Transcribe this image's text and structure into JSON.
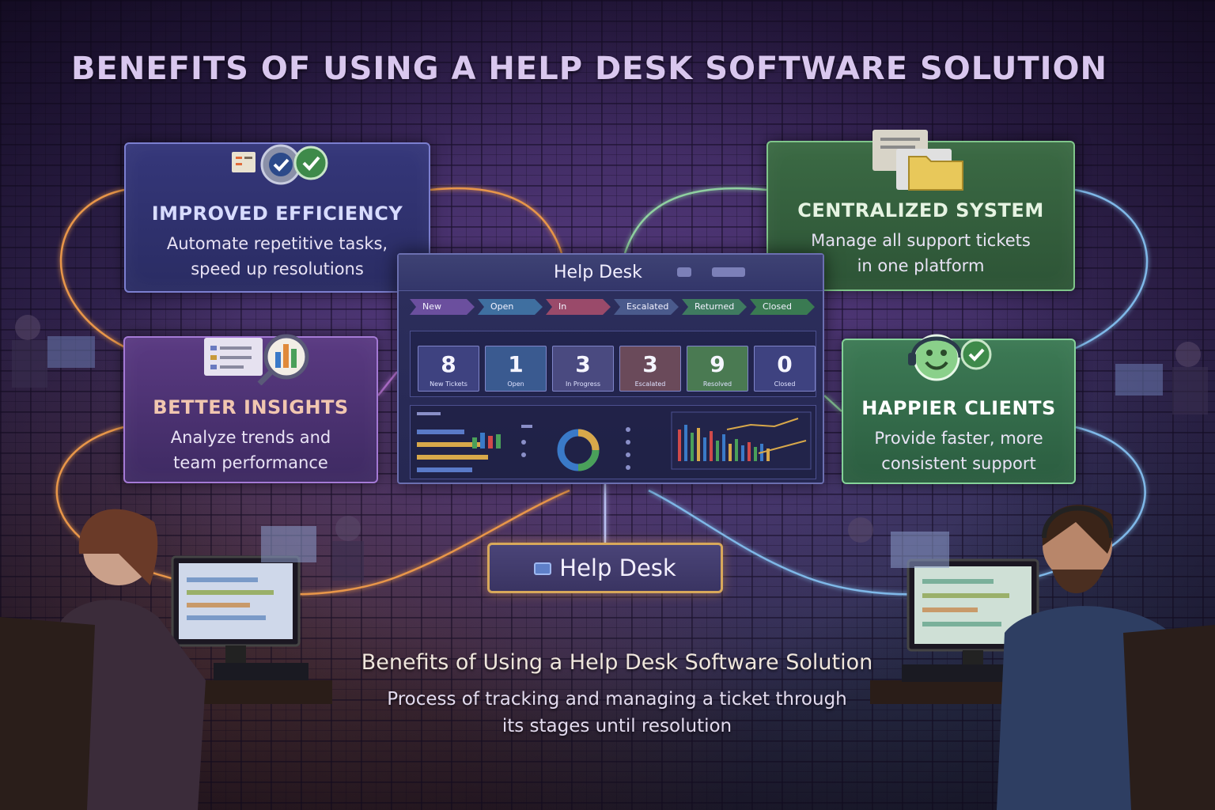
{
  "title": "BENEFITS OF USING A HELP DESK SOFTWARE SOLUTION",
  "cards": {
    "efficiency": {
      "title": "IMPROVED EFFICIENCY",
      "line1": "Automate repetitive tasks,",
      "line2": "speed up resolutions",
      "icon": "gear-checkmark-icon"
    },
    "insights": {
      "title": "BETTER INSIGHTS",
      "line1": "Analyze trends and",
      "line2": "team performance",
      "icon": "magnifier-chart-icon"
    },
    "central": {
      "title": "CENTRALIZED SYSTEM",
      "line1": "Manage all support tickets",
      "line2": "in one platform",
      "icon": "folders-icon"
    },
    "clients": {
      "title": "HAPPIER CLIENTS",
      "line1": "Provide faster, more",
      "line2": "consistent support",
      "icon": "smiley-headset-icon"
    }
  },
  "dashboard": {
    "title": "Help Desk",
    "stages": [
      "New",
      "Open",
      "In Progress",
      "Escalated",
      "Returned",
      "Closed"
    ],
    "stage_colors": [
      "#6b4f9e",
      "#3f6fa0",
      "#9a4a6a",
      "#4a5a8c",
      "#3f7a60",
      "#3a7a52"
    ],
    "stats": [
      {
        "value": "8",
        "label": "New Tickets"
      },
      {
        "value": "1",
        "label": "Open"
      },
      {
        "value": "3",
        "label": "In Progress"
      },
      {
        "value": "3",
        "label": "Escalated"
      },
      {
        "value": "9",
        "label": "Resolved"
      },
      {
        "value": "0",
        "label": "Closed"
      }
    ]
  },
  "help_desk_button": "Help Desk",
  "subtitle": "Benefits of Using a Help Desk Software Solution",
  "description_line1": "Process of tracking and managing a ticket through",
  "description_line2": "its stages until resolution",
  "colors": {
    "efficiency_border": "#7c7fd0",
    "insights_border": "#a57ad6",
    "central_border": "#7fc58a",
    "clients_border": "#86d39a",
    "glow_orange": "#e8964a",
    "glow_blue": "#7fb8e8"
  }
}
